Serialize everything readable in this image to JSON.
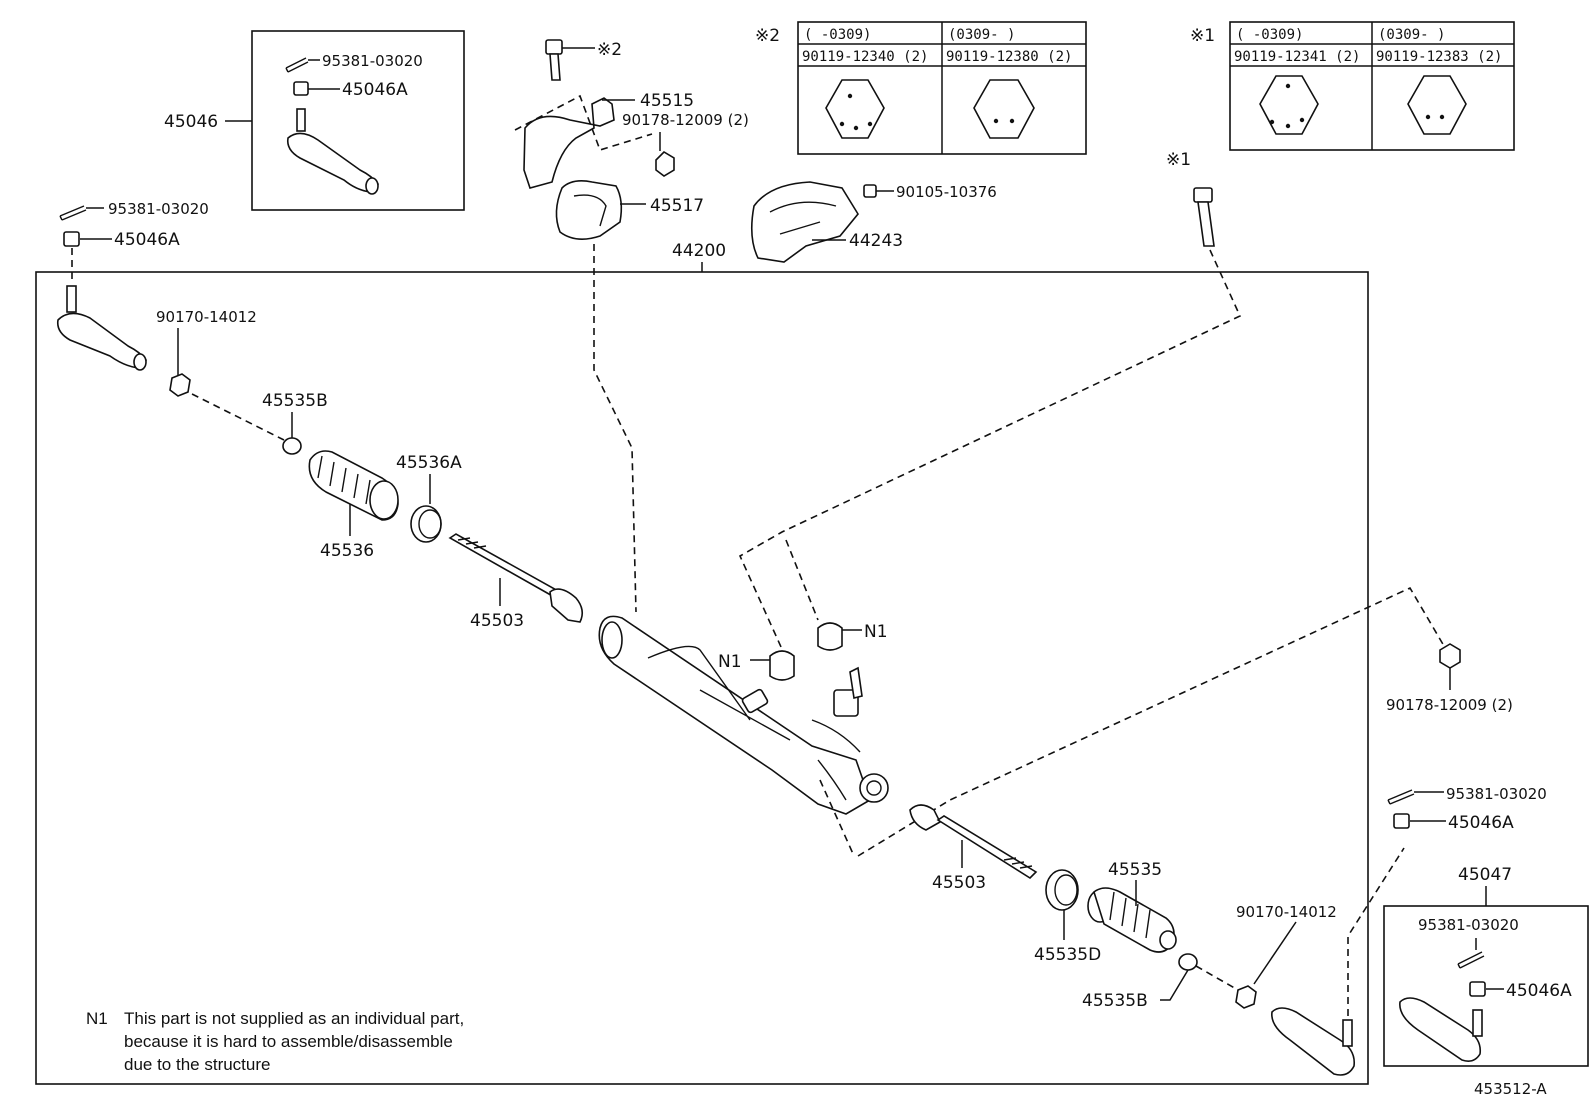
{
  "labels": {
    "p45046": "45046",
    "p95381_a": "95381-03020",
    "p45046A_a": "45046A",
    "p95381_b": "95381-03020",
    "p45046A_b": "45046A",
    "bolt2": "※2",
    "p45515": "45515",
    "p90178_top": "90178-12009 (2)",
    "p45517": "45517",
    "p90105": "90105-10376",
    "p44243": "44243",
    "p44200": "44200",
    "bolt1": "※1",
    "p90170_left": "90170-14012",
    "p45535B_left": "45535B",
    "p45536A": "45536A",
    "p45536": "45536",
    "p45503_left": "45503",
    "n1_a": "N1",
    "n1_b": "N1",
    "p90178_right": "90178-12009 (2)",
    "p95381_c": "95381-03020",
    "p45046A_c": "45046A",
    "p45047": "45047",
    "p95381_d": "95381-03020",
    "p45046A_d": "45046A",
    "p45503_right": "45503",
    "p45535": "45535",
    "p45535D": "45535D",
    "p90170_right": "90170-14012",
    "p45535B_right": "45535B",
    "figure_id": "453512-A"
  },
  "table2": {
    "mark": "※2",
    "col1_header": "(      -0309)",
    "col2_header": "(0309-      )",
    "col1_part": "90119-12340 (2)",
    "col2_part": "90119-12380 (2)"
  },
  "table1": {
    "mark": "※1",
    "col1_header": "(      -0309)",
    "col2_header": "(0309-      )",
    "col1_part": "90119-12341 (2)",
    "col2_part": "90119-12383 (2)"
  },
  "note": {
    "key": "N1",
    "line1": "This part is not supplied as an individual part,",
    "line2": "because it is hard to assemble/disassemble",
    "line3": "due to the structure"
  }
}
